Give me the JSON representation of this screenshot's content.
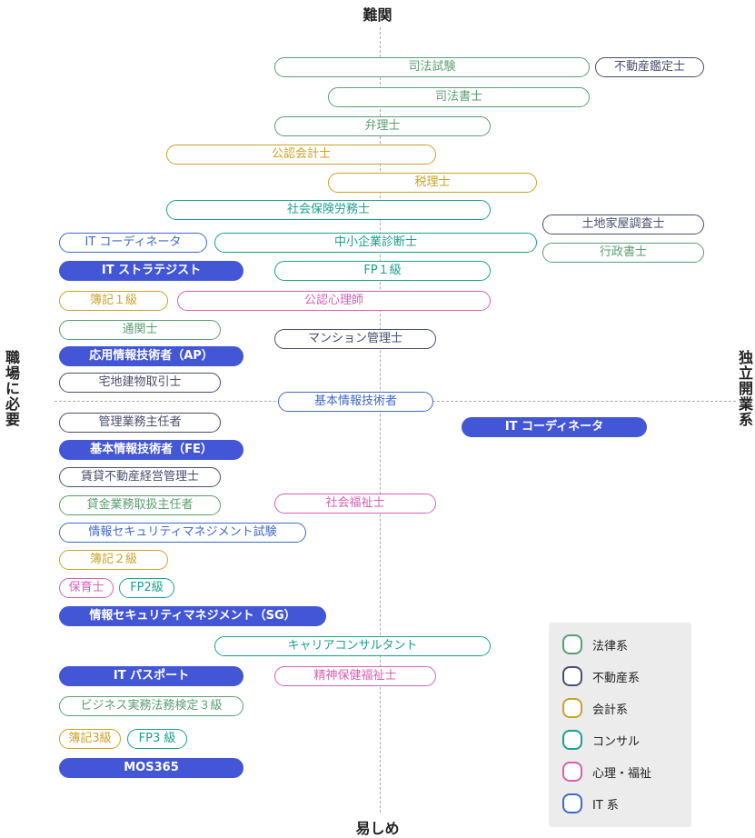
{
  "axes": {
    "top": "難関",
    "bottom": "易しめ",
    "left": "職場に必要",
    "right": "独立開業系"
  },
  "colors": {
    "law": "#5b9e72",
    "realestate": "#4a4e6e",
    "accounting": "#c9a227",
    "consult": "#1aa08f",
    "psych": "#d760b5",
    "it": "#4169c8",
    "it_fill": "#4357d6"
  },
  "legend": [
    {
      "key": "law",
      "label": "法律系"
    },
    {
      "key": "realestate",
      "label": "不動産系"
    },
    {
      "key": "accounting",
      "label": "会計系"
    },
    {
      "key": "consult",
      "label": "コンサル"
    },
    {
      "key": "psych",
      "label": "心理・福祉"
    },
    {
      "key": "it",
      "label": "IT 系"
    }
  ],
  "items": [
    {
      "label": "司法試験",
      "cat": "law"
    },
    {
      "label": "不動産鑑定士",
      "cat": "realestate"
    },
    {
      "label": "司法書士",
      "cat": "law"
    },
    {
      "label": "弁理士",
      "cat": "law"
    },
    {
      "label": "公認会計士",
      "cat": "accounting"
    },
    {
      "label": "税理士",
      "cat": "accounting"
    },
    {
      "label": "社会保険労務士",
      "cat": "consult"
    },
    {
      "label": "土地家屋調査士",
      "cat": "realestate"
    },
    {
      "label": "IT コーディネータ",
      "cat": "it"
    },
    {
      "label": "中小企業診断士",
      "cat": "consult"
    },
    {
      "label": "行政書士",
      "cat": "law"
    },
    {
      "label": "IT ストラテジスト",
      "cat": "it",
      "filled": true
    },
    {
      "label": "FP１級",
      "cat": "consult"
    },
    {
      "label": "簿記１級",
      "cat": "accounting"
    },
    {
      "label": "公認心理師",
      "cat": "psych"
    },
    {
      "label": "通関士",
      "cat": "law"
    },
    {
      "label": "マンション管理士",
      "cat": "realestate"
    },
    {
      "label": "応用情報技術者（AP）",
      "cat": "it",
      "filled": true
    },
    {
      "label": "宅地建物取引士",
      "cat": "realestate"
    },
    {
      "label": "基本情報技術者",
      "cat": "it"
    },
    {
      "label": "管理業務主任者",
      "cat": "realestate"
    },
    {
      "label": "IT コーディネータ",
      "cat": "it",
      "filled": true
    },
    {
      "label": "基本情報技術者（FE）",
      "cat": "it",
      "filled": true
    },
    {
      "label": "賃貸不動産経営管理士",
      "cat": "realestate"
    },
    {
      "label": "貸金業務取扱主任者",
      "cat": "law"
    },
    {
      "label": "社会福祉士",
      "cat": "psych"
    },
    {
      "label": "情報セキュリティマネジメント試験",
      "cat": "it"
    },
    {
      "label": "簿記２級",
      "cat": "accounting"
    },
    {
      "label": "保育士",
      "cat": "psych"
    },
    {
      "label": "FP2級",
      "cat": "consult"
    },
    {
      "label": "情報セキュリティマネジメント（SG）",
      "cat": "it",
      "filled": true
    },
    {
      "label": "キャリアコンサルタント",
      "cat": "consult"
    },
    {
      "label": "IT パスポート",
      "cat": "it",
      "filled": true
    },
    {
      "label": "精神保健福祉士",
      "cat": "psych"
    },
    {
      "label": "ビジネス実務法務検定３級",
      "cat": "law"
    },
    {
      "label": "簿記3級",
      "cat": "accounting"
    },
    {
      "label": "FP3 級",
      "cat": "consult"
    },
    {
      "label": "MOS365",
      "cat": "it",
      "filled": true
    }
  ]
}
